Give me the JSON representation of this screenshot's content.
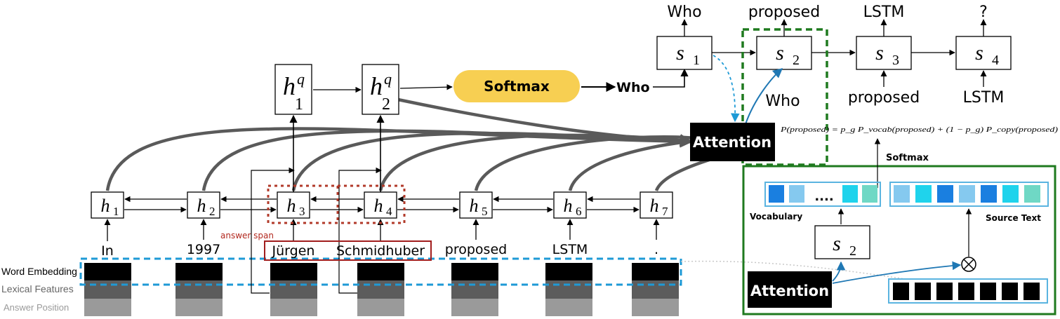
{
  "encoder": {
    "states": [
      {
        "base": "h",
        "sub": "1"
      },
      {
        "base": "h",
        "sub": "2"
      },
      {
        "base": "h",
        "sub": "3"
      },
      {
        "base": "h",
        "sub": "4"
      },
      {
        "base": "h",
        "sub": "5"
      },
      {
        "base": "h",
        "sub": "6"
      },
      {
        "base": "h",
        "sub": "7"
      }
    ],
    "tokens": [
      "In",
      "1997",
      "Jürgen",
      "Schmidhuber",
      "proposed",
      "LSTM",
      "."
    ],
    "answer_span_label": "answer span"
  },
  "row_labels": [
    "Word Embedding",
    "Lexical Features",
    "Answer Position"
  ],
  "question_encoder": {
    "states": [
      {
        "base": "h",
        "sub": "1",
        "sup": "q"
      },
      {
        "base": "h",
        "sub": "2",
        "sup": "q"
      }
    ],
    "softmax_label": "Softmax",
    "softmax_output": "Who"
  },
  "decoder": {
    "states": [
      {
        "base": "s",
        "sub": "1"
      },
      {
        "base": "s",
        "sub": "2"
      },
      {
        "base": "s",
        "sub": "3"
      },
      {
        "base": "s",
        "sub": "4"
      }
    ],
    "outputs": [
      "Who",
      "proposed",
      "LSTM",
      "?"
    ],
    "inputs": [
      "Who",
      "proposed",
      "LSTM"
    ]
  },
  "attention_label": "Attention",
  "copy_formula": "P(proposed) = p_g P_vocab(proposed) + (1 − p_g) P_copy(proposed)",
  "copy_module": {
    "softmax_label": "Softmax",
    "vocabulary_label": "Vocabulary",
    "vocab_dots": "....",
    "source_text_label": "Source Text",
    "state": {
      "base": "s",
      "sub": "2"
    },
    "attention_label": "Attention",
    "multiply_symbol": "⊗"
  },
  "colors": {
    "attention_fill": "#000000",
    "softmax_fill": "#f7cf52",
    "answer_box": "#a11d1d",
    "answer_dotted": "#b23a2a",
    "embedding_dash": "#1e9ad6",
    "decoder_highlight": "#1f7a1f",
    "copy_border": "#1f7a1f",
    "attention_arrow": "#5a5a5a",
    "blue_arrow": "#1f78b4"
  }
}
